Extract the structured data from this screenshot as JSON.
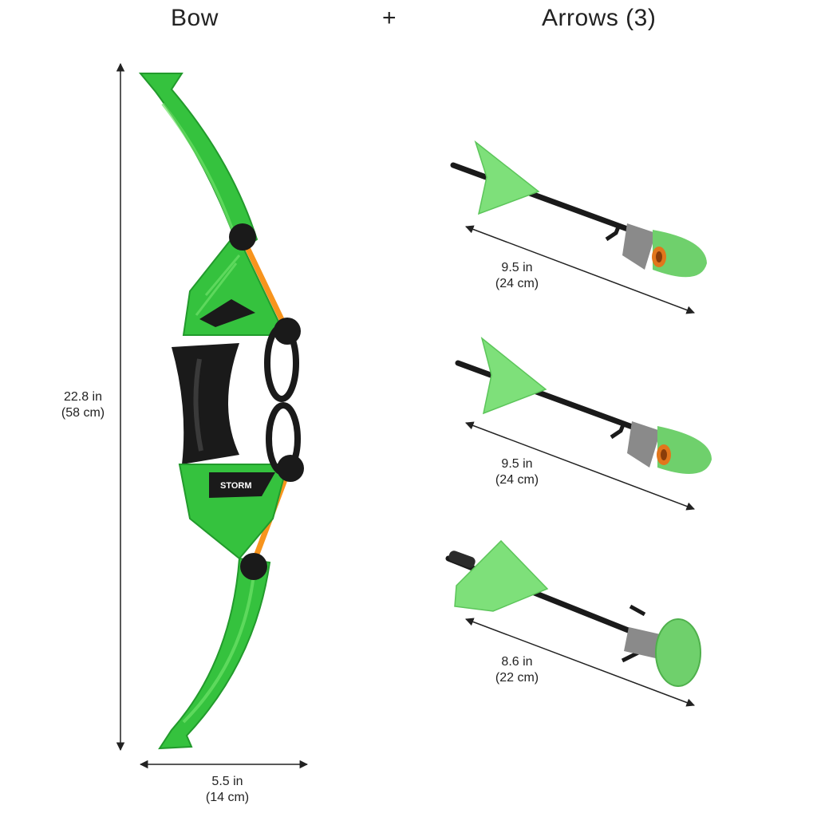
{
  "headers": {
    "bow": "Bow",
    "plus": "+",
    "arrows": "Arrows (3)"
  },
  "bow": {
    "height_line1": "22.8 in",
    "height_line2": "(58 cm)",
    "width_line1": "5.5 in",
    "width_line2": "(14 cm)",
    "grip_logo_text": "STORM"
  },
  "arrows": [
    {
      "length_line1": "9.5 in",
      "length_line2": "(24 cm)",
      "tip": "foam-dart-tip-icon"
    },
    {
      "length_line1": "9.5 in",
      "length_line2": "(24 cm)",
      "tip": "foam-dart-tip-icon"
    },
    {
      "length_line1": "8.6 in",
      "length_line2": "(22 cm)",
      "tip": "suction-cup-tip-icon"
    }
  ],
  "colors": {
    "bow_green": "#35c23e",
    "fletch_green": "#7ee07a",
    "string_orange": "#f7941d",
    "grip_black": "#1a1a1a"
  }
}
